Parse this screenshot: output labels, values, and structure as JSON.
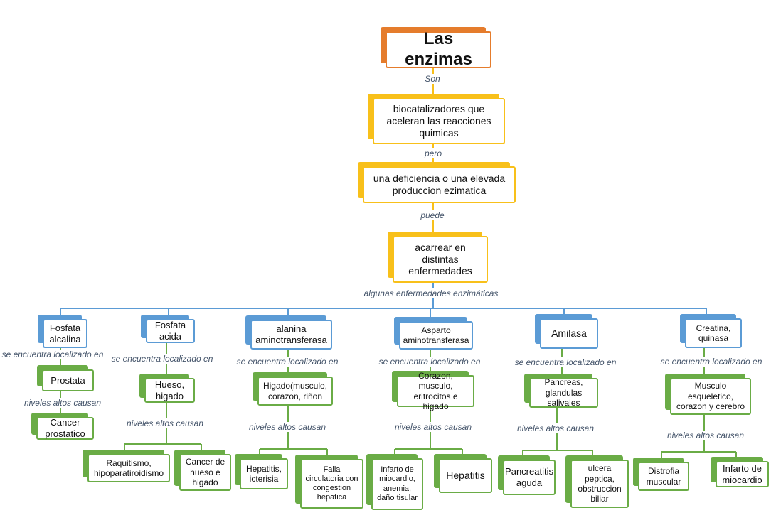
{
  "root": "Las enzimas",
  "level1": "biocatalizadores que aceleran las reacciones quimicas",
  "level2": "una deficiencia o una elevada produccion ezimatica",
  "level3": "acarrear en distintas enfermedades",
  "links": {
    "son": "Son",
    "pero": "pero",
    "puede": "puede",
    "algunas": "algunas enfermedades enzimáticas"
  },
  "enzymes": [
    {
      "name": "Fosfata alcalina",
      "link1": "se encuentra localizado en",
      "location": "Prostata",
      "link2": "niveles altos causan",
      "diseases": [
        "Cancer prostatico"
      ]
    },
    {
      "name": "Fosfata acida",
      "link1": "se encuentra localizado en",
      "location": "Hueso, higado",
      "link2": "niveles altos causan",
      "diseases": [
        "Raquitismo, hipoparatiroidismo",
        "Cancer de hueso e higado"
      ]
    },
    {
      "name": "alanina aminotransferasa",
      "link1": "se encuentra localizado en",
      "location": "Higado(musculo, corazon, riñon",
      "link2": "niveles altos causan",
      "diseases": [
        "Hepatitis, icterisia",
        "Falla circulatoria con congestion hepatica"
      ]
    },
    {
      "name": "Asparto aminotransferasa",
      "link1": "se encuentra localizado en",
      "location": "Corazon, musculo, eritrocitos e higado",
      "link2": "niveles altos causan",
      "diseases": [
        "Infarto de miocardio, anemia, daño tisular",
        "Hepatitis"
      ]
    },
    {
      "name": "Amilasa",
      "link1": "se encuentra localizado en",
      "location": "Pancreas, glandulas salivales",
      "link2": "niveles altos causan",
      "diseases": [
        "Pancreatitis aguda",
        "ulcera peptica, obstruccion biliar"
      ]
    },
    {
      "name": "Creatina, quinasa",
      "link1": "se encuentra localizado en",
      "location": "Musculo esqueletico, corazon y cerebro",
      "link2": "niveles altos causan",
      "diseases": [
        "Distrofia muscular",
        "Infarto de miocardio"
      ]
    }
  ],
  "colors": {
    "orange": "#e57c2c",
    "yellow": "#f8c01a",
    "blue": "#5b9bd5",
    "green": "#6aac46",
    "label": "#44546a"
  }
}
